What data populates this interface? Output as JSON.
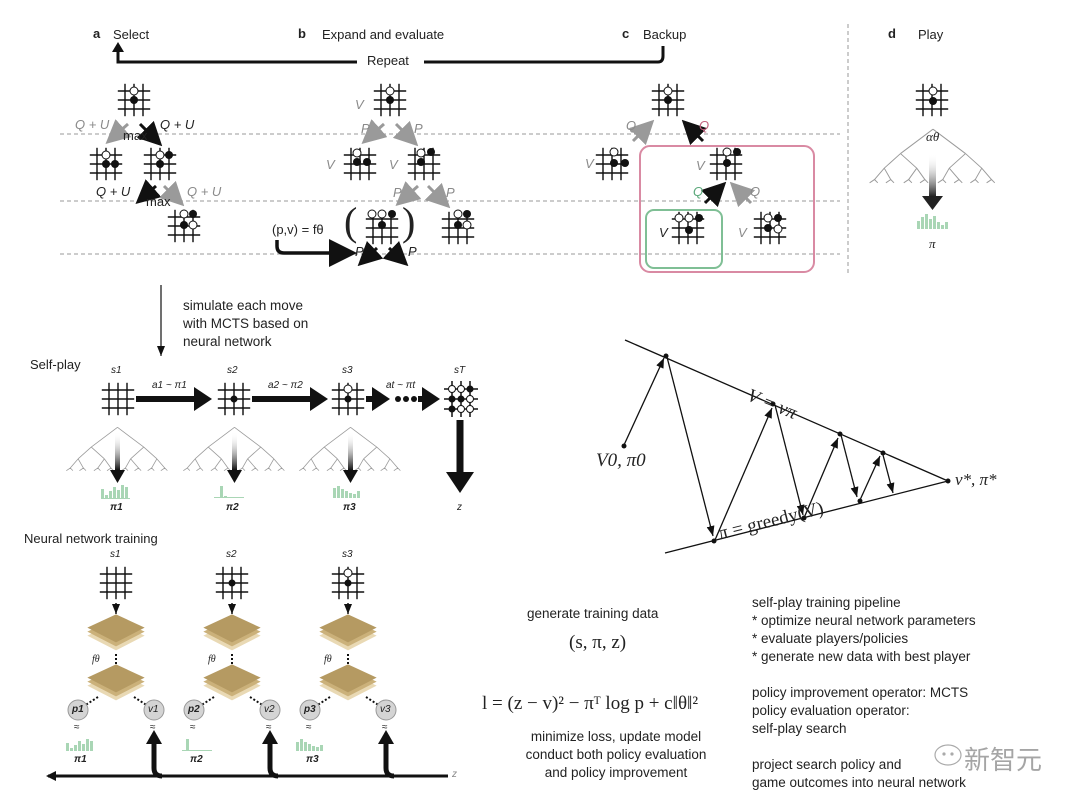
{
  "panels": {
    "a": {
      "letter": "a",
      "title": "Select"
    },
    "b": {
      "letter": "b",
      "title": "Expand and evaluate"
    },
    "c": {
      "letter": "c",
      "title": "Backup"
    },
    "d": {
      "letter": "d",
      "title": "Play"
    },
    "repeat": "Repeat"
  },
  "select_labels": {
    "qu": "Q + U",
    "max": "max"
  },
  "expand_labels": {
    "v": "V",
    "p": "P",
    "fn": "(p,v) = fθ"
  },
  "backup_labels": {
    "v": "V",
    "q": "Q"
  },
  "play_labels": {
    "alpha": "αθ",
    "pi": "π"
  },
  "arrow_caption": [
    "simulate each move",
    "with MCTS based on",
    "neural network"
  ],
  "selfplay": {
    "title": "Self-play",
    "states": [
      "s1",
      "s2",
      "s3",
      "sT"
    ],
    "actions": [
      "a1 ~ π1",
      "a2 ~ π2",
      "at ~ πt"
    ],
    "policies": [
      "π1",
      "π2",
      "π3"
    ],
    "outcome": "z"
  },
  "nn_training": {
    "title": "Neural network training",
    "states": [
      "s1",
      "s2",
      "s3"
    ],
    "fn": "fθ",
    "p_nodes": [
      "p1",
      "p2",
      "p3"
    ],
    "v_nodes": [
      "v1",
      "v2",
      "v3"
    ],
    "policies": [
      "π1",
      "π2",
      "π3"
    ],
    "approx": "≈",
    "z": "z"
  },
  "policy_iteration": {
    "top_line": "V = vπ",
    "bottom_line": "π = greedy(V)",
    "start": "V0, π0",
    "end": "v*, π*"
  },
  "training_data": {
    "heading": "generate training data",
    "tuple": "(s, π, z)",
    "loss": "l = (z − v)² − πᵀ log p + c‖θ‖²",
    "caption": [
      "minimize loss, update model",
      "conduct both policy evaluation",
      "and policy improvement"
    ]
  },
  "notes": {
    "lines": [
      "self-play training pipeline",
      "* optimize neural network parameters",
      "* evaluate players/policies",
      "* generate new data with best player",
      "",
      "policy improvement operator: MCTS",
      "policy evaluation operator:",
      "self-play search",
      "",
      "project search policy and",
      "game outcomes into neural network"
    ]
  },
  "watermark": "新智元",
  "colors": {
    "pink": "#d98aa3",
    "green": "#7fbf95",
    "policy_bar": "#a9d6b5",
    "net_layer": "#b59a62",
    "gray_arrow": "#9a9a9a"
  }
}
